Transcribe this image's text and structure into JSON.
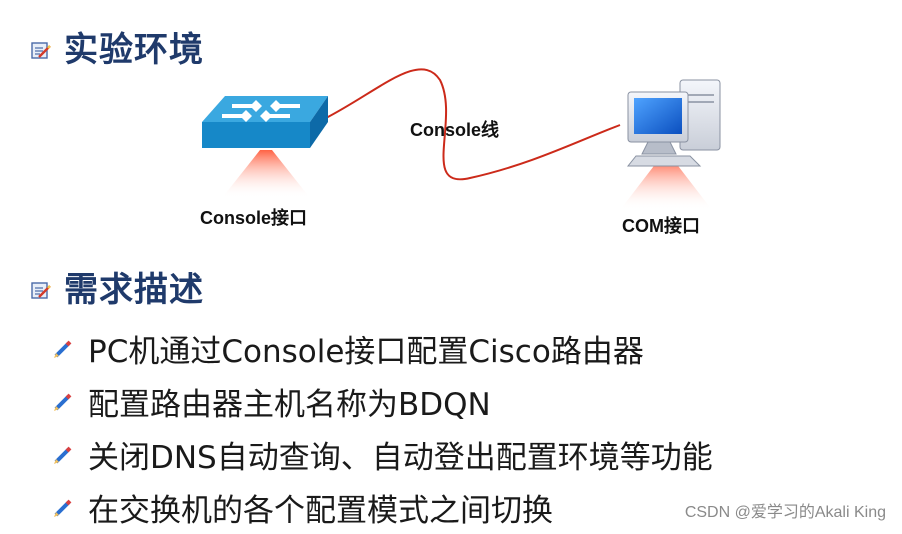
{
  "headings": {
    "environment": "实验环境",
    "requirements": "需求描述"
  },
  "diagram": {
    "switch_port_label": "Console接口",
    "cable_label": "Console线",
    "pc_port_label": "COM接口"
  },
  "bullets": [
    "PC机通过Console接口配置Cisco路由器",
    "配置路由器主机名称为BDQN",
    "关闭DNS自动查询、自动登出配置环境等功能",
    "在交换机的各个配置模式之间切换"
  ],
  "watermark": "CSDN @爱学习的Akali King",
  "colors": {
    "heading": "#1f3a6b",
    "cable": "#cc2a1a",
    "switch_body": "#1a8fd0",
    "glow": "#ff6a4a"
  },
  "icons": {
    "heading_icon": "notepad-pencil-icon",
    "bullet_icon": "pencil-icon",
    "switch": "network-switch-icon",
    "computer": "desktop-computer-icon"
  }
}
